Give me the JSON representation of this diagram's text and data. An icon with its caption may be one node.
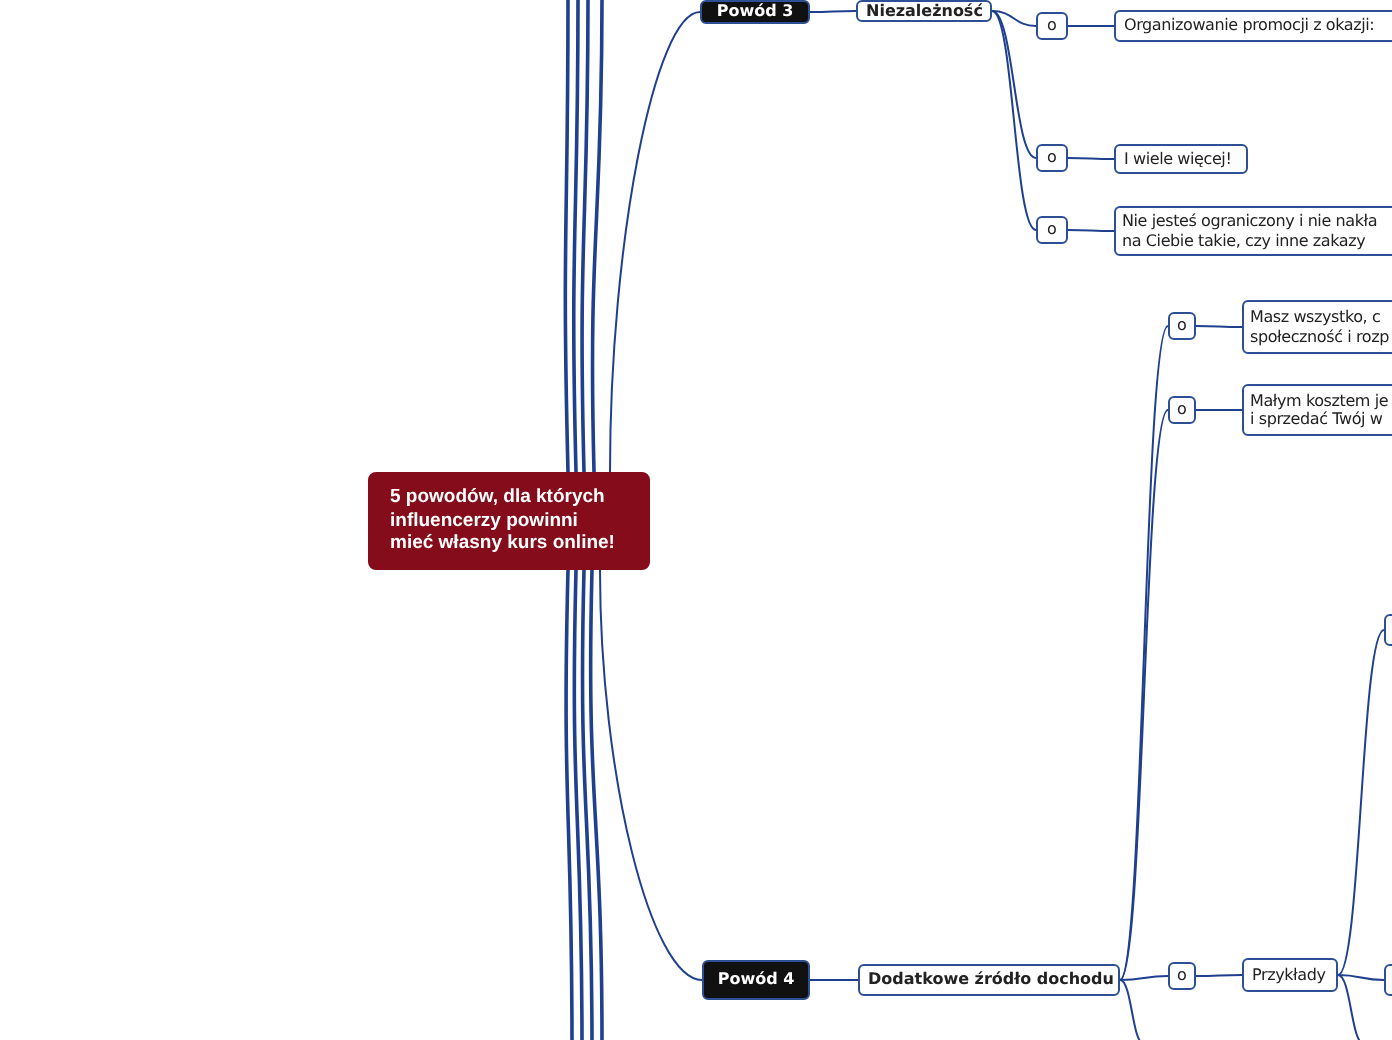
{
  "diagram": {
    "nodes": [
      {
        "text": [
          "5 powodów, dla których influencerzy powinni mieć własny kurs online!"
        ]
      },
      {
        "text": [
          "Powód 3"
        ]
      },
      {
        "text": [
          "Niezależność"
        ]
      },
      {
        "text": [
          "o"
        ]
      },
      {
        "text": [
          "Organizowanie promocji z okazji:"
        ]
      },
      {
        "text": [
          "o"
        ]
      },
      {
        "text": [
          "I wiele więcej!"
        ]
      },
      {
        "text": [
          "o"
        ]
      },
      {
        "text": [
          "Nie jesteś ograniczony i nie nakła na Ciebie takie, czy inne zakazy"
        ]
      },
      {
        "text": [
          "Powód 4"
        ]
      },
      {
        "text": [
          "Dodatkowe źródło dochodu"
        ]
      },
      {
        "text": [
          "o"
        ]
      },
      {
        "text": [
          "Masz wszystko, c społeczność i rozp"
        ]
      },
      {
        "text": [
          "o"
        ]
      },
      {
        "text": [
          "Małym kosztem je i sprzedać Twój w"
        ]
      },
      {
        "text": [
          "o"
        ]
      },
      {
        "text": [
          "Przykłady"
        ]
      },
      {
        "text": [],
        "shape": "box"
      },
      {
        "text": [],
        "shape": "box"
      }
    ],
    "edges": [
      {
        "from": 0,
        "to": 1,
        "arrow": "none"
      },
      {
        "from": 1,
        "to": 2,
        "arrow": "none"
      },
      {
        "from": 2,
        "to": 3,
        "arrow": "none"
      },
      {
        "from": 3,
        "to": 4,
        "arrow": "none"
      },
      {
        "from": 2,
        "to": 5,
        "arrow": "none"
      },
      {
        "from": 5,
        "to": 6,
        "arrow": "none"
      },
      {
        "from": 2,
        "to": 7,
        "arrow": "none"
      },
      {
        "from": 7,
        "to": 8,
        "arrow": "none"
      },
      {
        "from": 0,
        "to": 9,
        "arrow": "none"
      },
      {
        "from": 9,
        "to": 10,
        "arrow": "none"
      },
      {
        "from": 10,
        "to": 11,
        "arrow": "none"
      },
      {
        "from": 11,
        "to": 12,
        "arrow": "none"
      },
      {
        "from": 10,
        "to": 13,
        "arrow": "none"
      },
      {
        "from": 13,
        "to": 14,
        "arrow": "none"
      },
      {
        "from": 10,
        "to": 15,
        "arrow": "none"
      },
      {
        "from": 15,
        "to": 16,
        "arrow": "none"
      },
      {
        "from": 16,
        "to": 17,
        "arrow": "none"
      },
      {
        "from": 16,
        "to": 18,
        "arrow": "none"
      },
      {
        "from": 0,
        "to": null,
        "arrow": "none"
      },
      {
        "from": 0,
        "to": null,
        "arrow": "none"
      },
      {
        "from": 0,
        "to": null,
        "arrow": "none"
      },
      {
        "from": 0,
        "to": null,
        "arrow": "none"
      },
      {
        "from": 0,
        "to": null,
        "arrow": "none"
      },
      {
        "from": 0,
        "to": null,
        "arrow": "none"
      },
      {
        "from": 0,
        "to": null,
        "arrow": "none"
      },
      {
        "from": 0,
        "to": null,
        "arrow": "none"
      },
      {
        "from": 10,
        "to": null,
        "arrow": "none"
      },
      {
        "from": 16,
        "to": null,
        "arrow": "none"
      }
    ]
  }
}
